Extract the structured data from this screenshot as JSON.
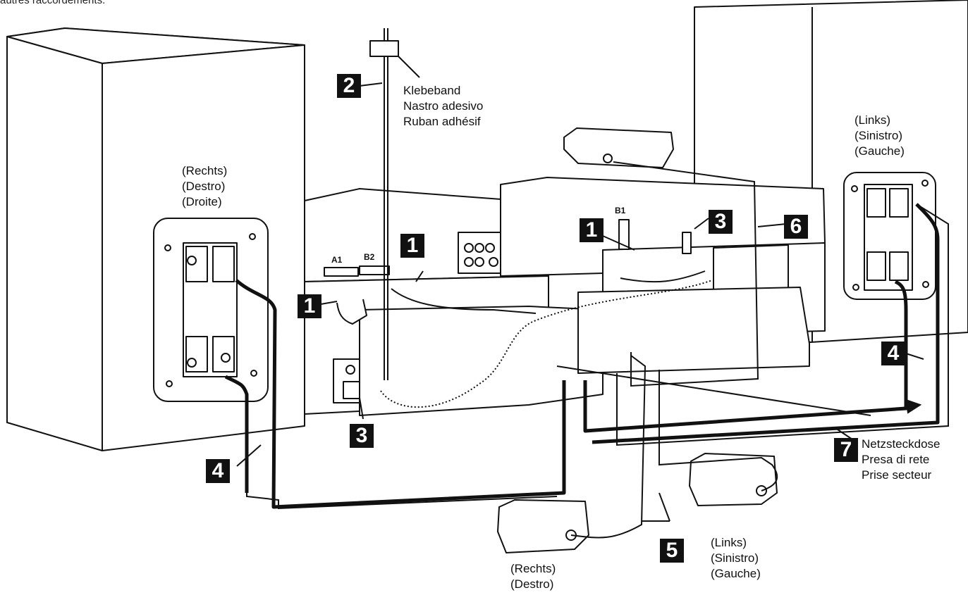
{
  "top_caption": "autres raccordements.",
  "numbers": {
    "n1a": "1",
    "n1b": "1",
    "n1c": "1",
    "n2": "2",
    "n3a": "3",
    "n3b": "3",
    "n4a": "4",
    "n4b": "4",
    "n5": "5",
    "n6": "6",
    "n7": "7"
  },
  "connectors": {
    "a1": "A1",
    "b2": "B2",
    "b1": "B1"
  },
  "labels": {
    "tape": [
      "Klebeband",
      "Nastro adesivo",
      "Ruban adhésif"
    ],
    "right_front": [
      "(Rechts)",
      "(Destro)",
      "(Droite)"
    ],
    "left_front": [
      "(Links)",
      "(Sinistro)",
      "(Gauche)"
    ],
    "outlet": [
      "Netzsteckdose",
      "Presa di rete",
      "Prise secteur"
    ],
    "right_rear": [
      "(Rechts)",
      "(Destro)"
    ],
    "left_rear": [
      "(Links)",
      "(Sinistro)",
      "(Gauche)"
    ]
  },
  "colors": {
    "ink": "#111111",
    "paper": "#ffffff"
  }
}
